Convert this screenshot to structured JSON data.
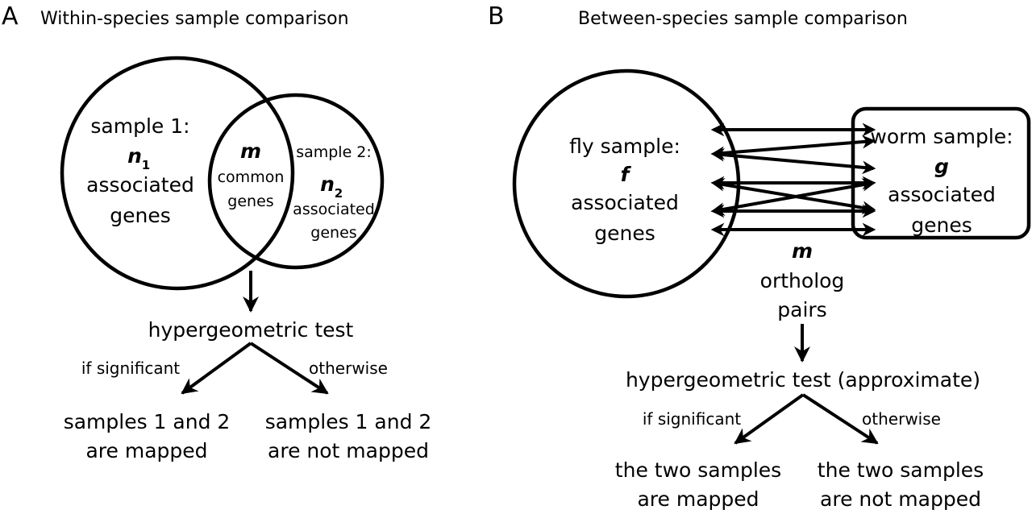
{
  "panel_a": {
    "letter": "A",
    "title": "Within-species sample comparison",
    "sample1": {
      "label": "sample 1:",
      "var": "n",
      "sub": "1",
      "line1": "associated",
      "line2": "genes"
    },
    "common": {
      "var": "m",
      "line1": "common",
      "line2": "genes"
    },
    "sample2": {
      "label": "sample 2:",
      "var": "n",
      "sub": "2",
      "line1": "associated",
      "line2": "genes"
    },
    "test": "hypergeometric test",
    "branch_left": "if significant",
    "branch_right": "otherwise",
    "outcome_left": {
      "line1": "samples 1 and 2",
      "line2": "are mapped"
    },
    "outcome_right": {
      "line1": "samples 1 and 2",
      "line2": "are not mapped"
    }
  },
  "panel_b": {
    "letter": "B",
    "title": "Between-species sample comparison",
    "fly": {
      "label": "fly sample:",
      "var": "f",
      "line1": "associated",
      "line2": "genes"
    },
    "worm": {
      "label": "worm sample:",
      "var": "g",
      "line1": "associated",
      "line2": "genes"
    },
    "pairs": {
      "var": "m",
      "line1": "ortholog",
      "line2": "pairs"
    },
    "test": "hypergeometric test (approximate)",
    "branch_left": "if significant",
    "branch_right": "otherwise",
    "outcome_left": {
      "line1": "the two samples",
      "line2": "are mapped"
    },
    "outcome_right": {
      "line1": "the two samples",
      "line2": "are not mapped"
    }
  }
}
